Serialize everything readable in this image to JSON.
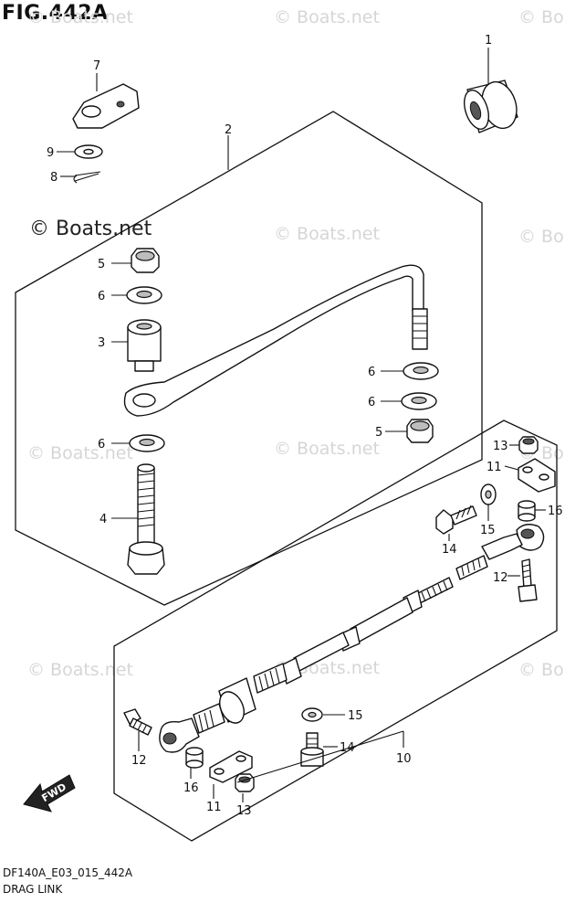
{
  "figure": {
    "title": "FIG.442A",
    "code": "DF140A_E03_015_442A",
    "caption": "DRAG LINK",
    "watermark_primary": "© Boats.net",
    "watermark_faint": "© Boats.net",
    "watermark_partial": "© Bo"
  },
  "callouts": {
    "c1": "1",
    "c2": "2",
    "c3": "3",
    "c4": "4",
    "c5a": "5",
    "c5b": "5",
    "c6a": "6",
    "c6b": "6",
    "c6c": "6",
    "c6d": "6",
    "c7": "7",
    "c8": "8",
    "c9": "9",
    "c10": "10",
    "c11a": "11",
    "c11b": "11",
    "c12a": "12",
    "c12b": "12",
    "c13a": "13",
    "c13b": "13",
    "c14a": "14",
    "c14b": "14",
    "c15a": "15",
    "c15b": "15",
    "c16a": "16",
    "c16b": "16"
  },
  "fwd_label": "FWD"
}
